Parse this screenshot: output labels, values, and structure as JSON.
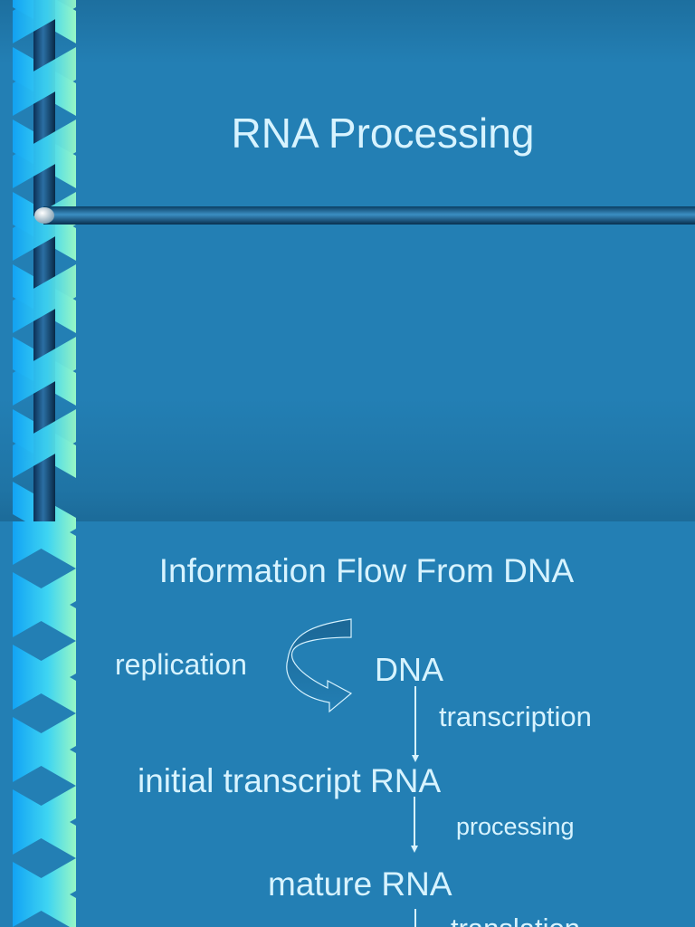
{
  "slide1": {
    "title": "RNA Processing"
  },
  "slide2": {
    "title": "Information Flow From DNA",
    "labels": {
      "replication": "replication",
      "dna": "DNA",
      "transcription": "transcription",
      "initial_transcript": "initial transcript RNA",
      "processing": "processing",
      "mature": "mature RNA",
      "translation": "translation"
    }
  },
  "theme": {
    "background": "#237fb4",
    "text": "#d7f3ff",
    "helix_light": "#8cf6c8",
    "helix_blue": "#17adf5",
    "divider": "#0d4d74"
  }
}
